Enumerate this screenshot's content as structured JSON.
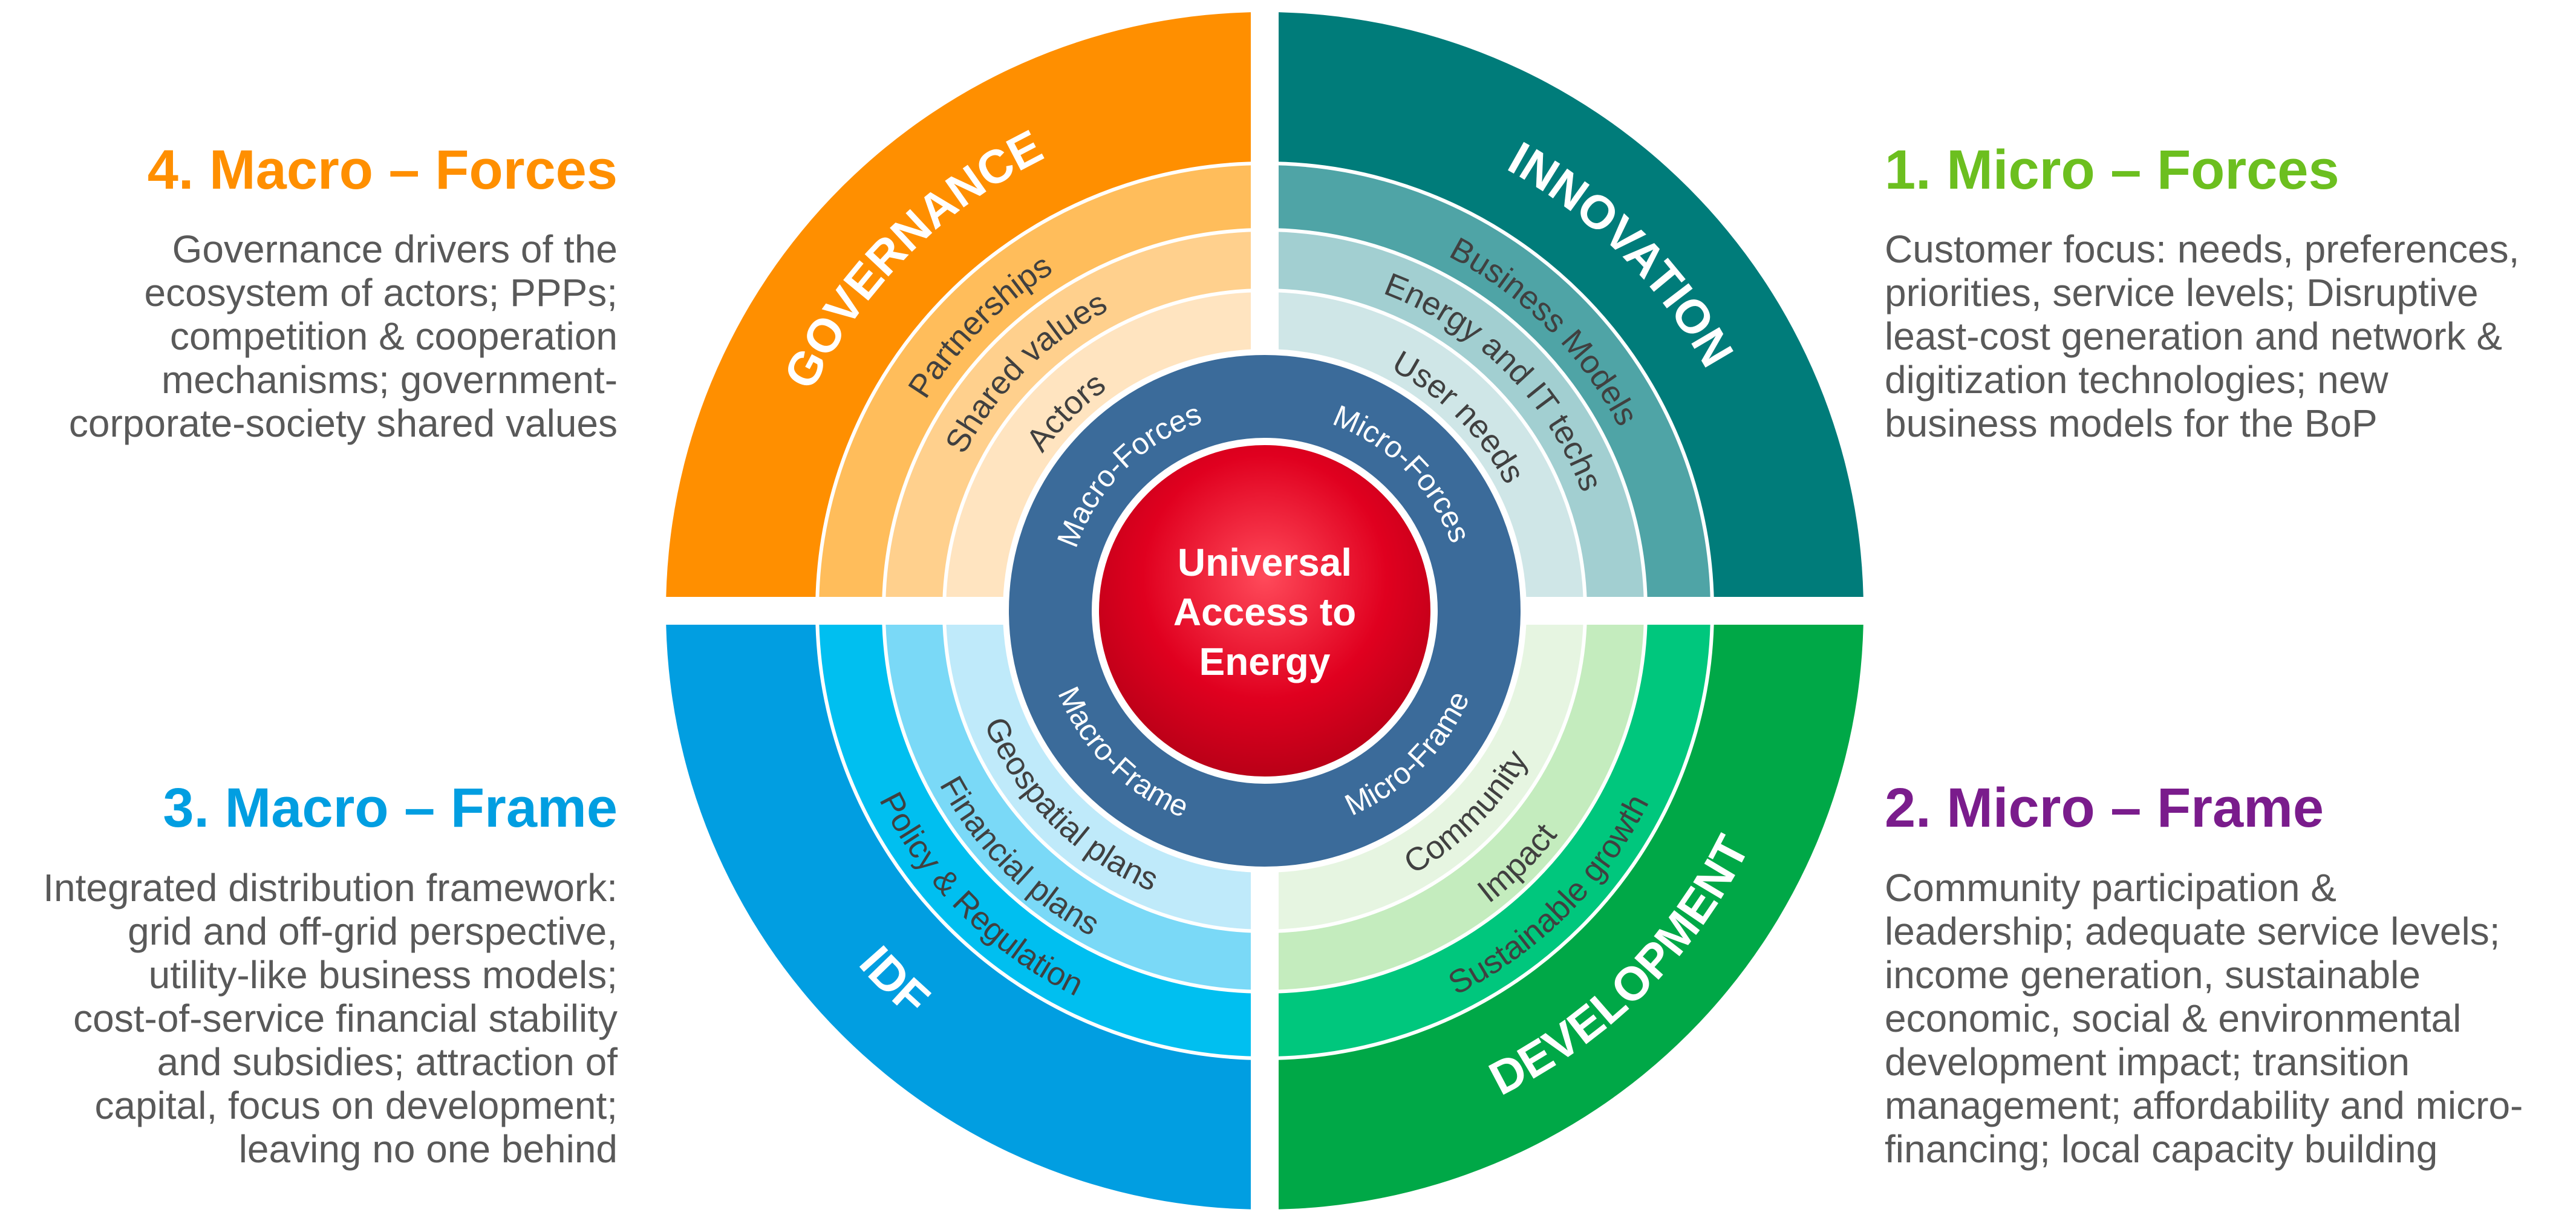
{
  "center": {
    "line1": "Universal",
    "line2": "Access to",
    "line3": "Energy"
  },
  "inner_ring": {
    "top_left": "Macro-Forces",
    "top_right": "Micro-Forces",
    "bottom_left": "Macro-Frame",
    "bottom_right": "Micro-Frame"
  },
  "quadrants": {
    "innovation": {
      "outer": "INNOVATION",
      "rings": [
        "Business Models",
        "Energy and IT techs",
        "User needs"
      ]
    },
    "development": {
      "outer": "DEVELOPMENT",
      "rings": [
        "Sustainable growth",
        "Impact",
        "Community"
      ]
    },
    "idf": {
      "outer": "IDF",
      "rings": [
        "Policy & Regulation",
        "Financial plans",
        "Geospatial plans"
      ]
    },
    "governance": {
      "outer": "GOVERNANCE",
      "rings": [
        "Partnerships",
        "Shared values",
        "Actors"
      ]
    }
  },
  "side_text": {
    "q1": {
      "title": "1. Micro – Forces",
      "lines": [
        "Customer focus: needs, preferences,",
        "priorities, service levels; Disruptive",
        "least-cost generation and network &",
        "digitization technologies; new",
        "business models for the BoP"
      ]
    },
    "q2": {
      "title": "2. Micro – Frame",
      "lines": [
        "Community participation &",
        "leadership; adequate service levels;",
        "income generation, sustainable",
        "economic, social & environmental",
        "development impact; transition",
        "management; affordability and micro-",
        "financing; local capacity building"
      ]
    },
    "q3": {
      "title": "3. Macro – Frame",
      "lines": [
        "Integrated distribution framework:",
        "grid and off-grid perspective,",
        "utility-like business models;",
        "cost-of-service financial stability",
        "and subsidies; attraction of",
        "capital, focus on development;",
        "leaving no one behind"
      ]
    },
    "q4": {
      "title": "4. Macro – Forces",
      "lines": [
        "Governance drivers of the",
        "ecosystem of actors; PPPs;",
        "competition & cooperation",
        "mechanisms; government-",
        "corporate-society shared values"
      ]
    }
  },
  "colors": {
    "q1": [
      "#007c7a",
      "#4fa4a6",
      "#a2cfd1",
      "#cfe6e7"
    ],
    "q2": [
      "#00a847",
      "#00c77d",
      "#c4ecbe",
      "#e6f5e1"
    ],
    "q3": [
      "#019ee1",
      "#00bff0",
      "#7ad9f7",
      "#bfeafa"
    ],
    "q4": [
      "#ff8f00",
      "#ffbd5b",
      "#ffd08d",
      "#ffe4c0"
    ],
    "inner": "#3b6b9a",
    "center": "#e0001f",
    "title_q1": "#6cbf1f",
    "title_q2": "#7a1c8c",
    "title_q3": "#019ee1",
    "title_q4": "#ff8f00",
    "body_text": "#595959"
  }
}
